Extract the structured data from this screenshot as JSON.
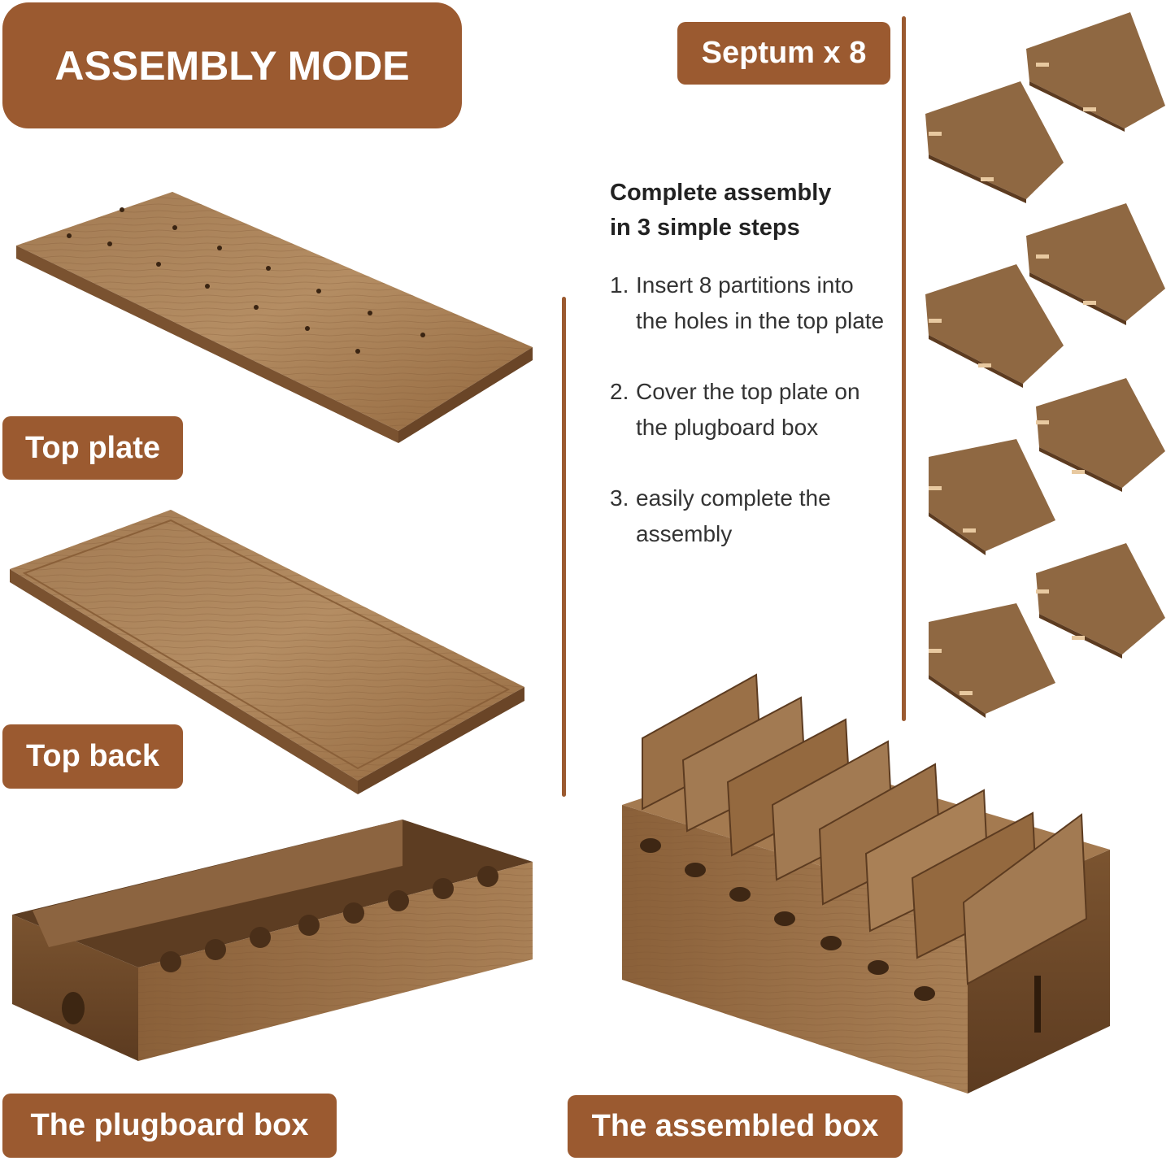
{
  "title": "ASSEMBLY MODE",
  "labels": {
    "septum": "Septum x 8",
    "top_plate": "Top plate",
    "top_back": "Top back",
    "plugboard_box": "The plugboard box",
    "assembled_box": "The assembled box"
  },
  "instructions": {
    "intro_line1": "Complete assembly",
    "intro_line2": "in 3 simple steps",
    "steps": [
      {
        "num": "1.",
        "text": "Insert 8 partitions into the holes in the top plate"
      },
      {
        "num": "2.",
        "text": "Cover the top plate on the plugboard box"
      },
      {
        "num": "3.",
        "text": "easily complete the assembly"
      }
    ]
  },
  "colors": {
    "accent": "#9b5a30",
    "wood_light": "#b48d63",
    "wood_mid": "#9a7047",
    "wood_dark": "#6f4b2c",
    "pin": "#e8c9a0"
  }
}
